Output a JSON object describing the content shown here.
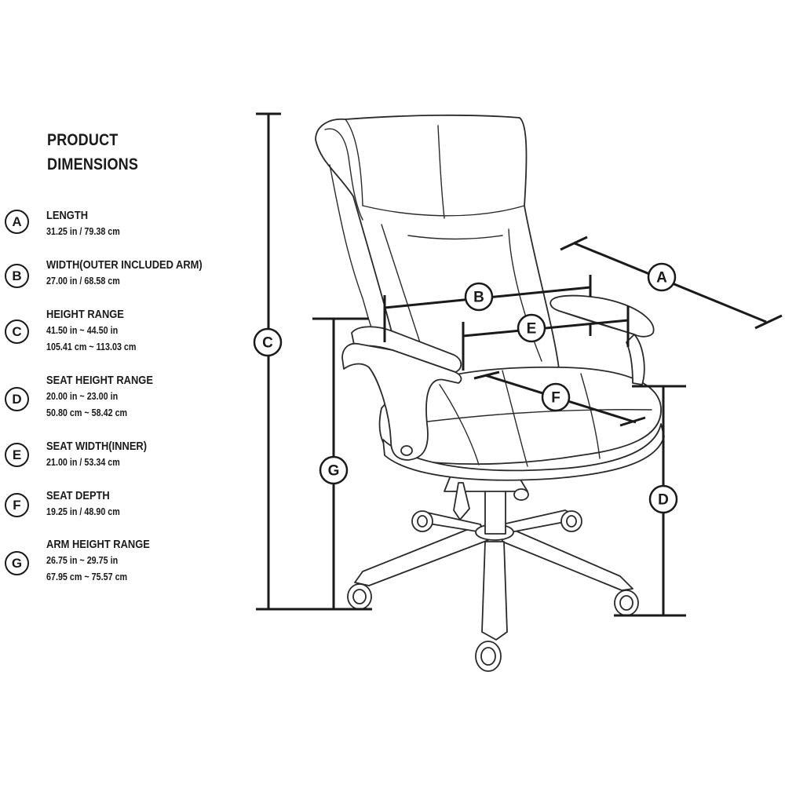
{
  "title": {
    "line1": "PRODUCT",
    "line2": "DIMENSIONS"
  },
  "dimensions": [
    {
      "key": "A",
      "label": "LENGTH",
      "values": [
        "31.25 in / 79.38 cm"
      ]
    },
    {
      "key": "B",
      "label": "WIDTH(OUTER INCLUDED ARM)",
      "values": [
        "27.00 in / 68.58 cm"
      ]
    },
    {
      "key": "C",
      "label": "HEIGHT RANGE",
      "values": [
        "41.50 in ~ 44.50 in",
        "105.41 cm ~ 113.03 cm"
      ]
    },
    {
      "key": "D",
      "label": "SEAT HEIGHT RANGE",
      "values": [
        "20.00 in ~ 23.00 in",
        "50.80 cm ~ 58.42 cm"
      ]
    },
    {
      "key": "E",
      "label": "SEAT WIDTH(INNER)",
      "values": [
        "21.00 in / 53.34 cm"
      ]
    },
    {
      "key": "F",
      "label": "SEAT DEPTH",
      "values": [
        "19.25 in / 48.90 cm"
      ]
    },
    {
      "key": "G",
      "label": "ARM HEIGHT RANGE",
      "values": [
        "26.75 in ~ 29.75 in",
        "67.95 cm ~ 75.57 cm"
      ]
    }
  ],
  "callouts": {
    "A": "A",
    "B": "B",
    "C": "C",
    "D": "D",
    "E": "E",
    "F": "F",
    "G": "G"
  }
}
